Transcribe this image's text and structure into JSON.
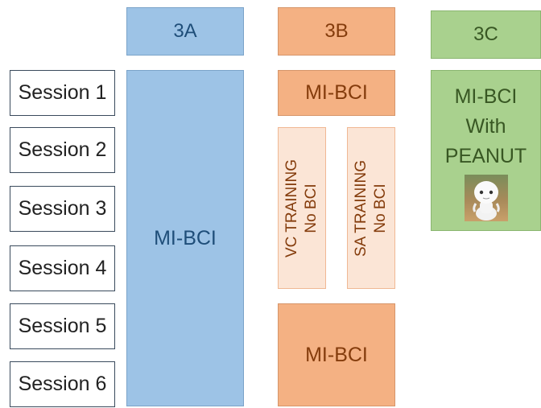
{
  "sessions": [
    "Session 1",
    "Session 2",
    "Session 3",
    "Session 4",
    "Session 5",
    "Session 6"
  ],
  "columns": {
    "a": {
      "header": "3A",
      "block": "MI-BCI"
    },
    "b": {
      "header": "3B",
      "top": "MI-BCI",
      "vc_line1": "VC TRAINING",
      "vc_line2": "No BCI",
      "sa_line1": "SA TRAINING",
      "sa_line2": "No BCI",
      "bottom": "MI-BCI"
    },
    "c": {
      "header": "3C",
      "line1": "MI-BCI",
      "line2": "With",
      "line3": "PEANUT"
    }
  },
  "colors": {
    "a_fill": "#9dc3e6",
    "a_text": "#1f4e79",
    "b_fill": "#f4b183",
    "b_light": "#fbe5d6",
    "b_text": "#843c0c",
    "c_fill": "#a9d18e",
    "c_text": "#385723"
  }
}
